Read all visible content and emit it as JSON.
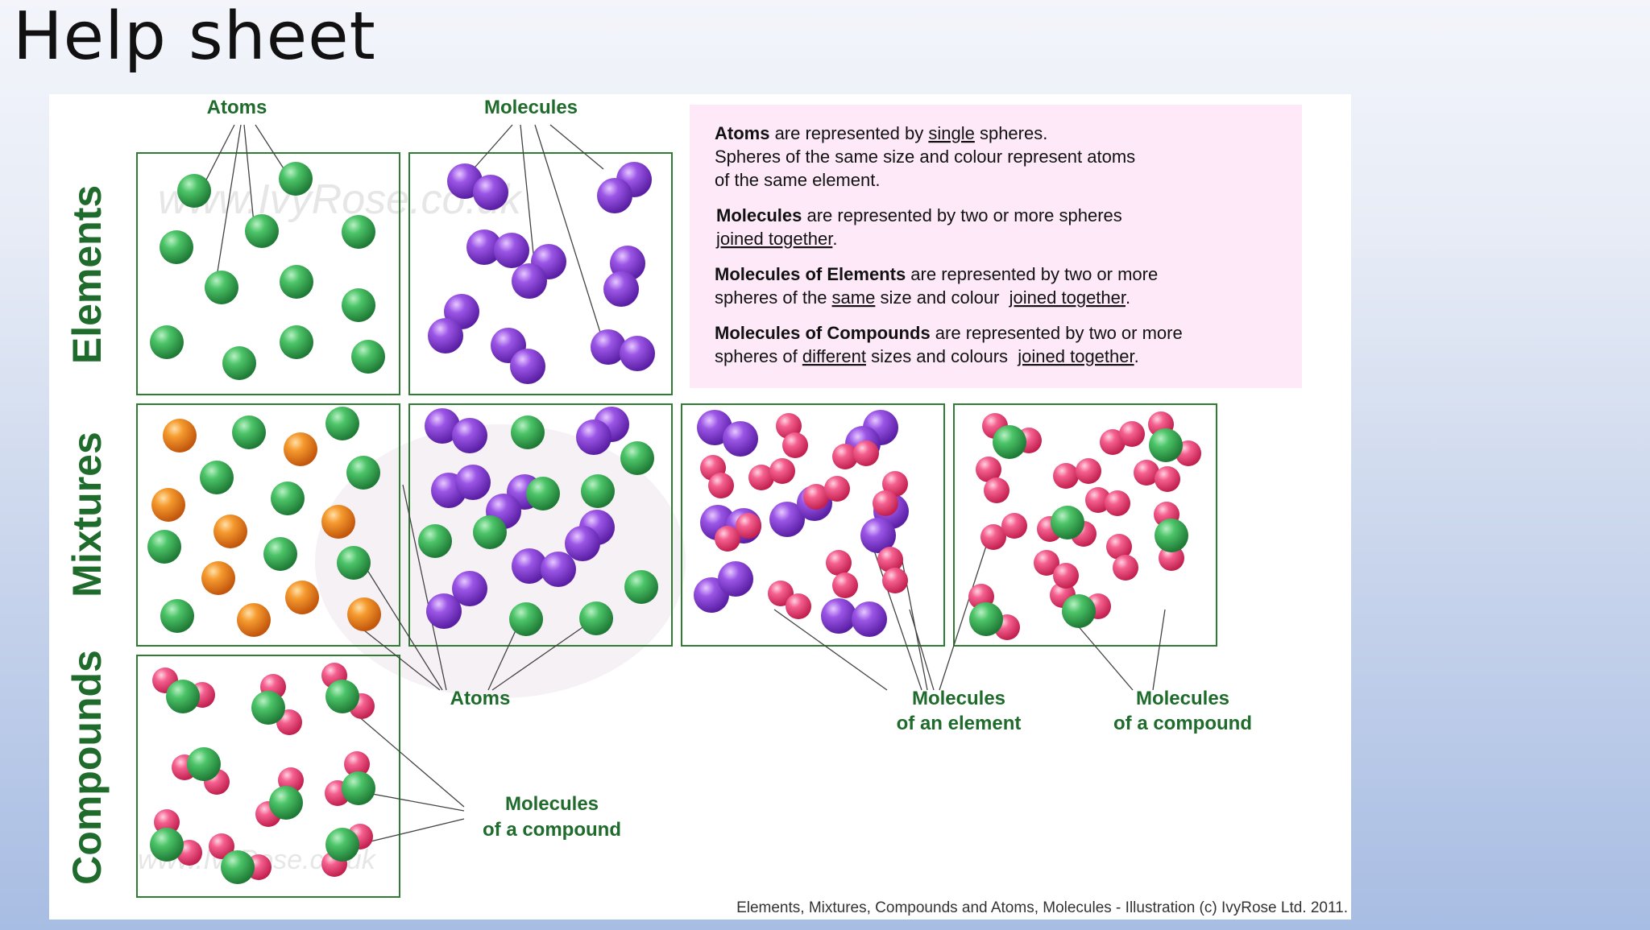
{
  "slide": {
    "title": "Help sheet"
  },
  "row_labels": {
    "elements": "Elements",
    "mixtures": "Mixtures",
    "compounds": "Compounds"
  },
  "top_labels": {
    "atoms": "Atoms",
    "molecules": "Molecules"
  },
  "legend": {
    "line1": [
      {
        "t": "Atoms",
        "b": true
      },
      {
        "t": " are represented by "
      },
      {
        "t": "single",
        "u": true
      },
      {
        "t": " spheres."
      }
    ],
    "line2": [
      {
        "t": "Spheres of the same size and colour represent atoms"
      }
    ],
    "line3": [
      {
        "t": "of the same element."
      }
    ],
    "line4": [
      {
        "t": "Molecules",
        "b": true
      },
      {
        "t": " are represented by two or more spheres"
      }
    ],
    "line5": [
      {
        "t": "joined together",
        "u": true
      },
      {
        "t": "."
      }
    ],
    "line6": [
      {
        "t": "Molecules of Elements",
        "b": true
      },
      {
        "t": " are represented by two or more"
      }
    ],
    "line7": [
      {
        "t": "spheres of the "
      },
      {
        "t": "same",
        "u": true
      },
      {
        "t": " size and colour  "
      },
      {
        "t": "joined together",
        "u": true
      },
      {
        "t": "."
      }
    ],
    "line8": [
      {
        "t": "Molecules of Compounds",
        "b": true
      },
      {
        "t": " are represented by two or more"
      }
    ],
    "line9": [
      {
        "t": "spheres of "
      },
      {
        "t": "different",
        "u": true
      },
      {
        "t": " sizes and colours  "
      },
      {
        "t": "joined together",
        "u": true
      },
      {
        "t": "."
      }
    ]
  },
  "callouts": {
    "atoms": "Atoms",
    "mol_element_1": "Molecules",
    "mol_element_2": "of an element",
    "mol_compound_1": "Molecules",
    "mol_compound_2": "of a compound",
    "mol_compound_b1": "Molecules",
    "mol_compound_b2": "of a compound"
  },
  "watermark": {
    "top": "www.IvyRose.co.uk",
    "bottom": "www.IvyRose.co.uk"
  },
  "caption": "Elements, Mixtures, Compounds and Atoms, Molecules - Illustration (c) IvyRose Ltd. 2011.",
  "colors": {
    "green": "#3aa655",
    "purple": "#8a3fd6",
    "orange": "#f08a1c",
    "pink": "#f04d82",
    "label_green": "#1f6b2c",
    "box_border": "#2e7d32",
    "legend_bg": "#fde9f8"
  }
}
